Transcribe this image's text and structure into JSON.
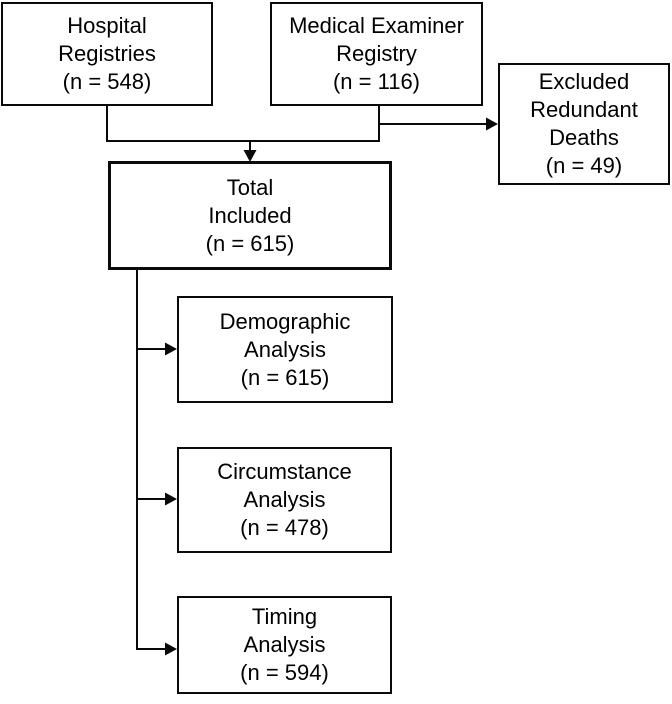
{
  "diagram": {
    "type": "flowchart",
    "background_color": "#ffffff",
    "line_color": "#0a0a0a",
    "text_color": "#000000",
    "boxes": {
      "hospital_registries": {
        "lines": [
          "Hospital",
          "Registries",
          "(n = 548)"
        ]
      },
      "medical_examiner_registry": {
        "lines": [
          "Medical Examiner",
          "Registry",
          "(n = 116)"
        ]
      },
      "excluded_redundant_deaths": {
        "lines": [
          "Excluded",
          "Redundant",
          "Deaths",
          "(n = 49)"
        ]
      },
      "total_included": {
        "lines": [
          "Total",
          "Included",
          "(n = 615)"
        ]
      },
      "demographic_analysis": {
        "lines": [
          "Demographic",
          "Analysis",
          "(n = 615)"
        ]
      },
      "circumstance_analysis": {
        "lines": [
          "Circumstance",
          "Analysis",
          "(n = 478)"
        ]
      },
      "timing_analysis": {
        "lines": [
          "Timing",
          "Analysis",
          "(n = 594)"
        ]
      }
    }
  }
}
